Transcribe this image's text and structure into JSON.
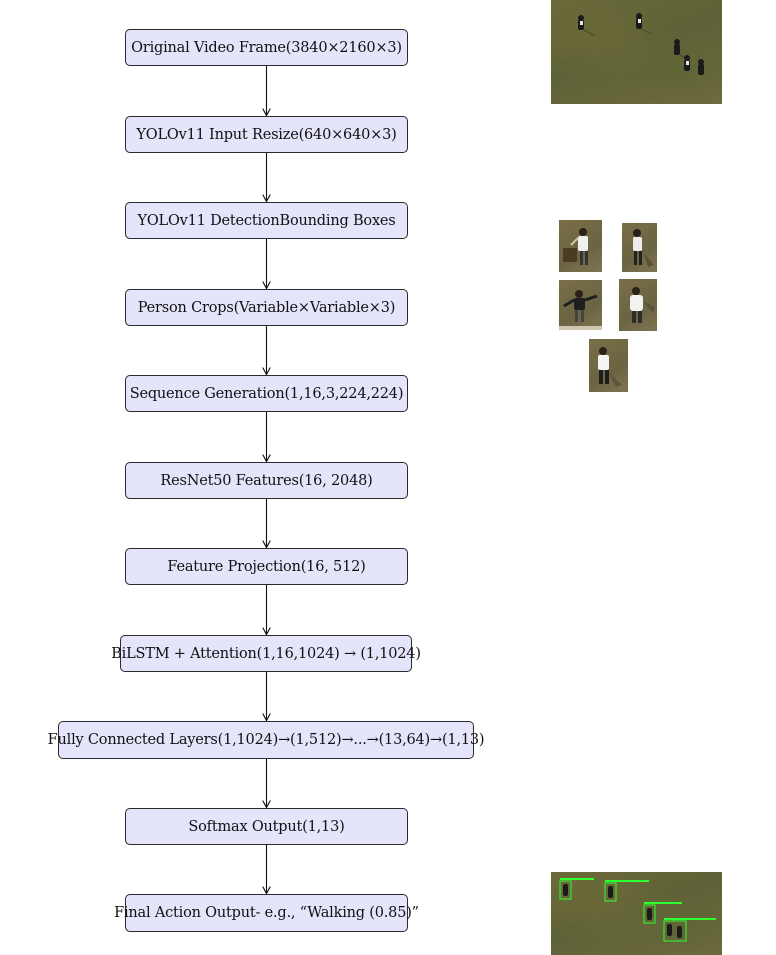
{
  "nodes": [
    "Original Video Frame(3840×2160×3)",
    "YOLOv11 Input Resize(640×640×3)",
    "YOLOv11 DetectionBounding Boxes",
    "Person Crops(Variable×Variable×3)",
    "Sequence Generation(1,16,3,224,224)",
    "ResNet50 Features(16, 2048)",
    "Feature Projection(16, 512)",
    "BiLSTM + Attention(1,16,1024) → (1,1024)",
    "Fully Connected Layers(1,1024)→(1,512)→...→(13,64)→(1,13)",
    "Softmax Output(1,13)",
    "Final Action Output- e.g., “Walking (0.85)”"
  ],
  "images": {
    "frame_thumbnail": "aerial-frame",
    "person_crops": [
      "person-crop-1",
      "person-crop-2",
      "person-crop-3",
      "person-crop-4",
      "person-crop-5"
    ],
    "output_thumbnail": "aerial-frame-with-detections"
  },
  "colors": {
    "node_fill": "#e4e4fb",
    "node_border": "#2b2b2b",
    "detection": "#2eff2e"
  }
}
